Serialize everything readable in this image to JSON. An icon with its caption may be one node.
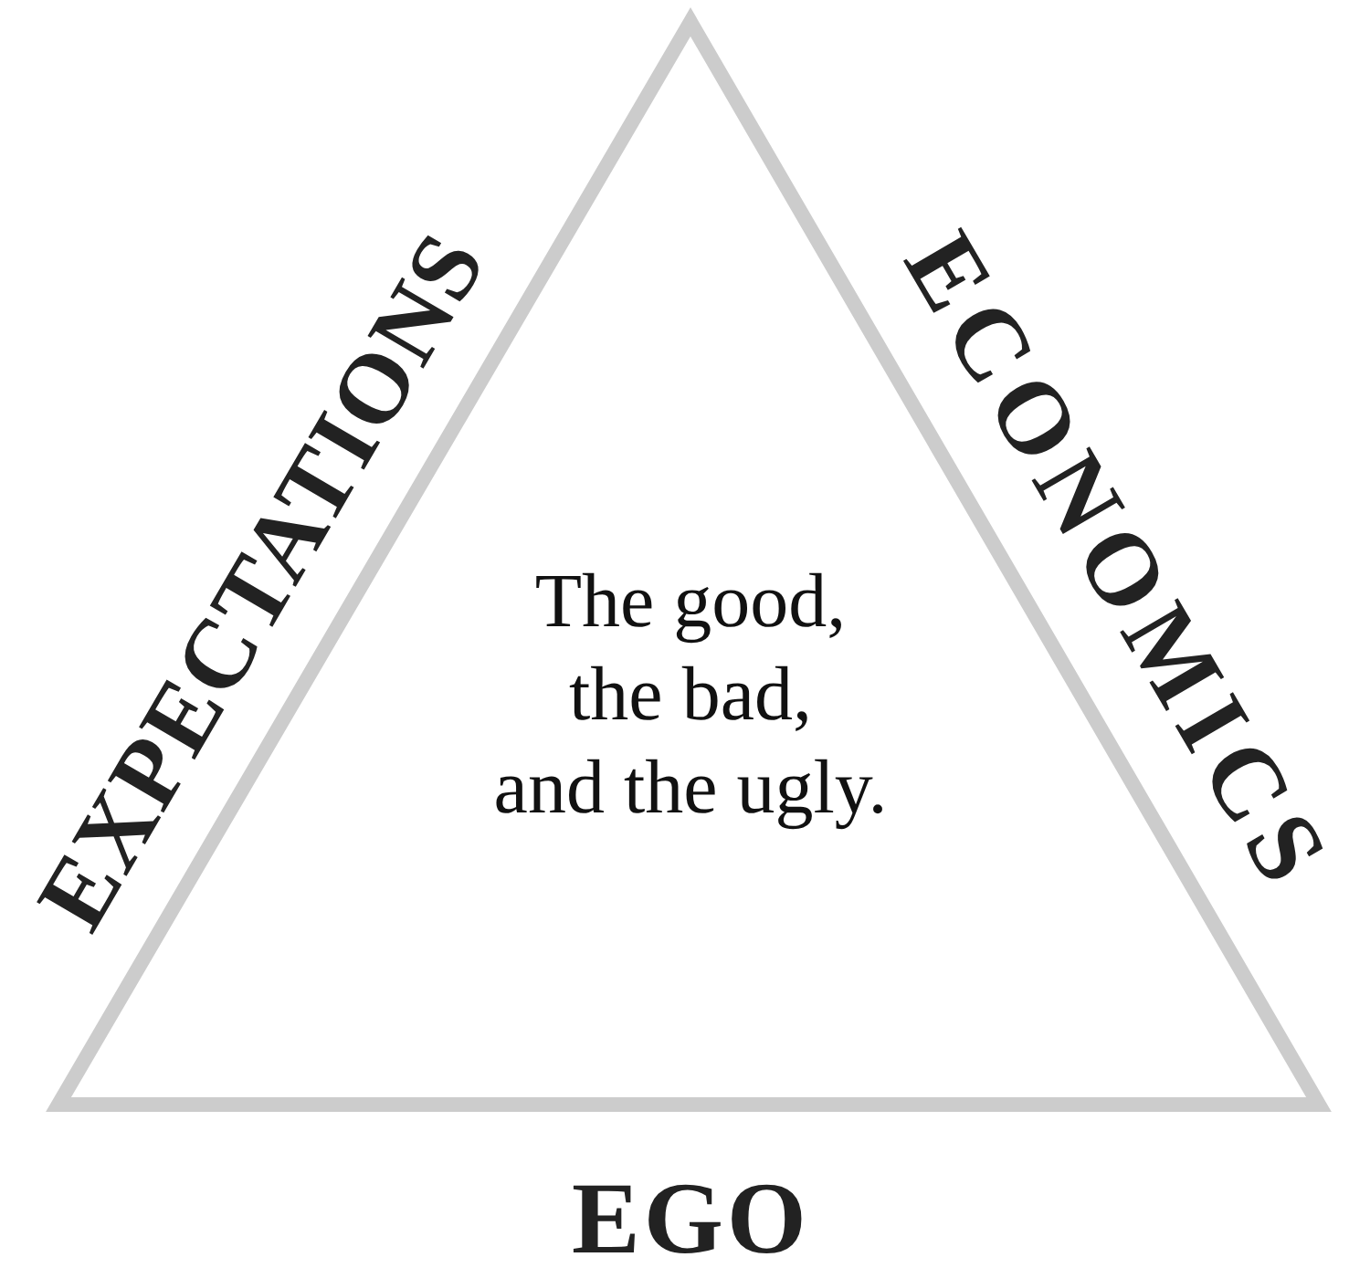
{
  "diagram": {
    "nodes": [
      {
        "text": [
          "The good, the bad, and the ugly."
        ]
      }
    ],
    "labels": [
      "EXPECTATIONS",
      "ECONOMICS",
      "EGO"
    ]
  }
}
